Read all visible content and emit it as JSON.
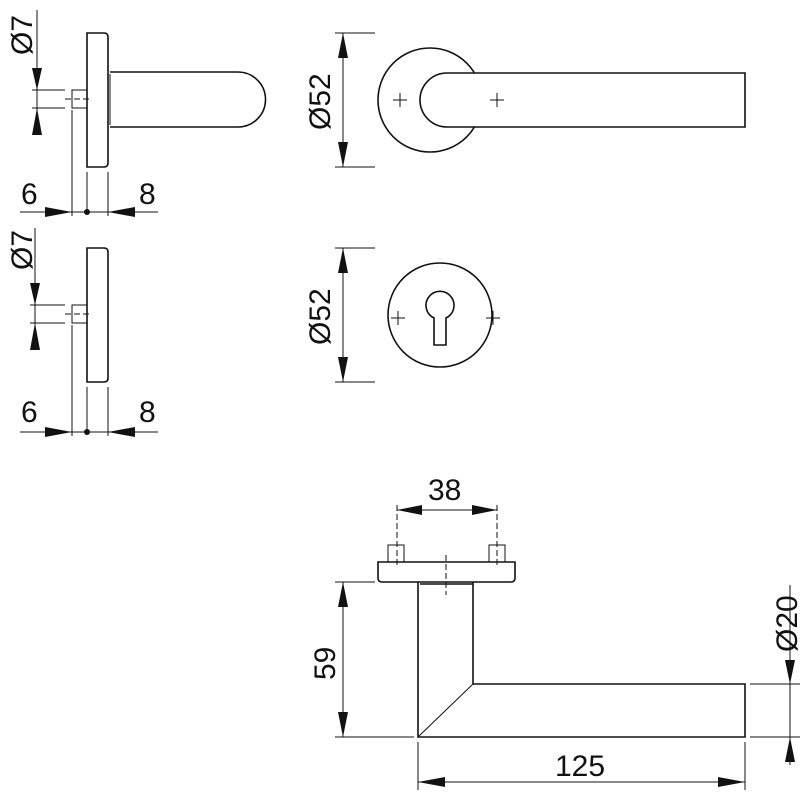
{
  "drawing": {
    "side_view_top": {
      "pin_diameter": "Ø7",
      "left_offset": "6",
      "right_offset": "8"
    },
    "side_view_bottom": {
      "pin_diameter": "Ø7",
      "left_offset": "6",
      "right_offset": "8"
    },
    "front_view_handle": {
      "rose_diameter": "Ø52"
    },
    "front_view_escutcheon": {
      "rose_diameter": "Ø52"
    },
    "top_view": {
      "screw_spacing": "38",
      "height": "59",
      "lever_diameter": "Ø20",
      "lever_length": "125"
    }
  },
  "colors": {
    "line": "#111111",
    "background": "#ffffff"
  }
}
